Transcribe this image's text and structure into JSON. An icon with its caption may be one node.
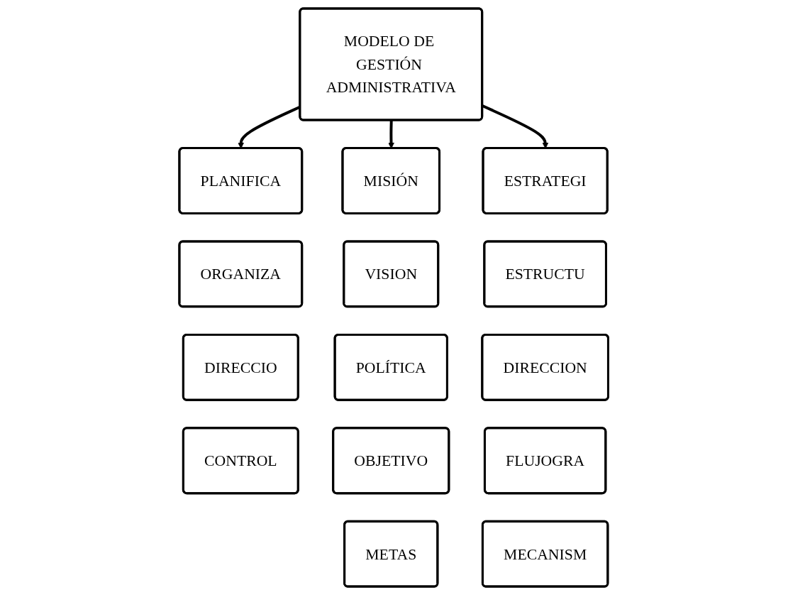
{
  "diagram": {
    "nodes": [
      {
        "text": [
          "MODELO DE GESTIÓN ADMINISTRATIVA"
        ]
      },
      {
        "text": [
          "PLANIFICA"
        ]
      },
      {
        "text": [
          "ORGANIZA"
        ]
      },
      {
        "text": [
          "DIRECCIO"
        ]
      },
      {
        "text": [
          "CONTROL"
        ]
      },
      {
        "text": [
          "MISIÓN"
        ]
      },
      {
        "text": [
          "VISION"
        ]
      },
      {
        "text": [
          "POLÍTICA"
        ]
      },
      {
        "text": [
          "OBJETIVO"
        ]
      },
      {
        "text": [
          "METAS"
        ]
      },
      {
        "text": [
          "ESTRATEGI"
        ]
      },
      {
        "text": [
          "ESTRUCTU"
        ]
      },
      {
        "text": [
          "DIRECCION"
        ]
      },
      {
        "text": [
          "FLUJOGRA"
        ]
      },
      {
        "text": [
          "MECANISM"
        ]
      }
    ],
    "edges": [
      {
        "from": 0,
        "to": 1,
        "arrow": "to"
      },
      {
        "from": 0,
        "to": 5,
        "arrow": "to"
      },
      {
        "from": 0,
        "to": 10,
        "arrow": "to"
      }
    ]
  }
}
